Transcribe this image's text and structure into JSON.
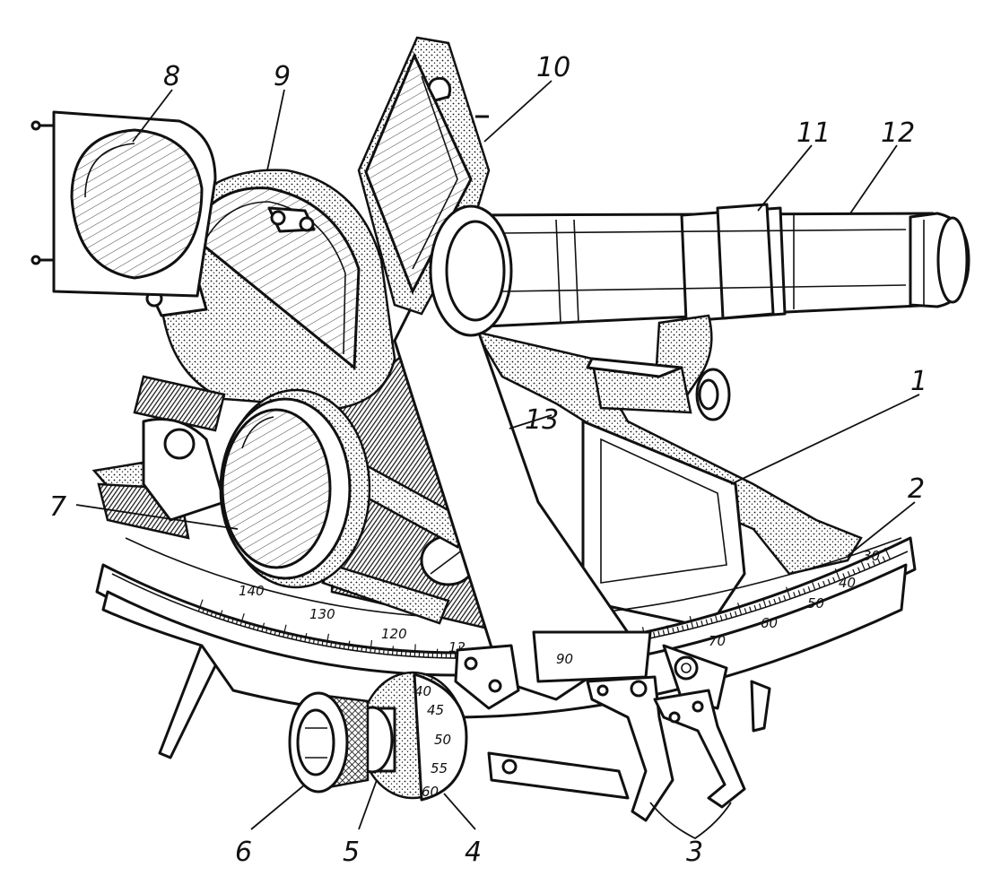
{
  "callouts": [
    {
      "id": "1",
      "label": "1"
    },
    {
      "id": "2",
      "label": "2"
    },
    {
      "id": "3",
      "label": "3"
    },
    {
      "id": "4",
      "label": "4"
    },
    {
      "id": "5",
      "label": "5"
    },
    {
      "id": "6",
      "label": "6"
    },
    {
      "id": "7",
      "label": "7"
    },
    {
      "id": "8",
      "label": "8"
    },
    {
      "id": "9",
      "label": "9"
    },
    {
      "id": "10",
      "label": "10"
    },
    {
      "id": "11",
      "label": "11"
    },
    {
      "id": "12",
      "label": "12"
    },
    {
      "id": "13",
      "label": "13"
    }
  ],
  "arc_scale": {
    "labels": [
      "140",
      "130",
      "120",
      "12",
      "90",
      "70",
      "60",
      "50",
      "40",
      "30"
    ]
  },
  "drum_scale": {
    "labels": [
      "40",
      "45",
      "50",
      "55",
      "60"
    ]
  },
  "colors": {
    "ink": "#111111",
    "paper": "#ffffff"
  }
}
